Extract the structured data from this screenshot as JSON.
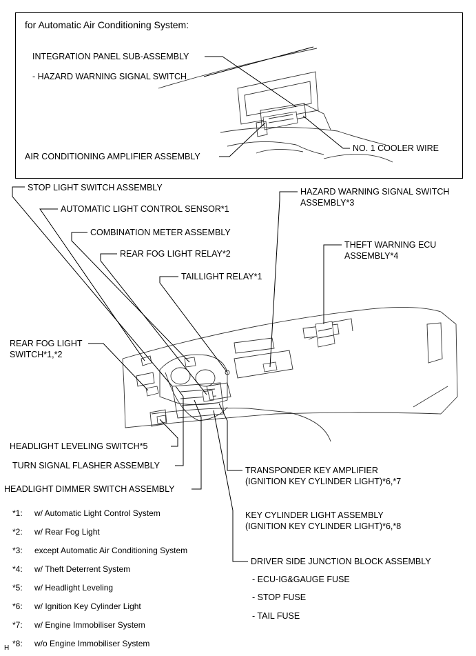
{
  "inset": {
    "title": "for Automatic Air Conditioning System:",
    "labels": {
      "integration_panel": "INTEGRATION PANEL SUB-ASSEMBLY",
      "hazard_switch": "- HAZARD WARNING SIGNAL SWITCH",
      "ac_amplifier": "AIR CONDITIONING AMPLIFIER ASSEMBLY",
      "cooler_wire": "NO. 1 COOLER WIRE"
    }
  },
  "labels": {
    "stop_light_switch": "STOP LIGHT SWITCH ASSEMBLY",
    "auto_light_sensor": "AUTOMATIC LIGHT CONTROL SENSOR*1",
    "combination_meter": "COMBINATION METER ASSEMBLY",
    "rear_fog_relay": "REAR FOG LIGHT RELAY*2",
    "taillight_relay": "TAILLIGHT RELAY*1",
    "hazard_switch_line1": "HAZARD WARNING SIGNAL SWITCH",
    "hazard_switch_line2": "ASSEMBLY*3",
    "theft_ecu_line1": "THEFT WARNING ECU",
    "theft_ecu_line2": "ASSEMBLY*4",
    "rear_fog_switch_line1": "REAR FOG LIGHT",
    "rear_fog_switch_line2": "SWITCH*1,*2",
    "headlight_leveling_switch": "HEADLIGHT LEVELING SWITCH*5",
    "turn_signal_flasher": "TURN SIGNAL FLASHER ASSEMBLY",
    "headlight_dimmer": "HEADLIGHT DIMMER SWITCH ASSEMBLY",
    "transponder_line1": "TRANSPONDER KEY AMPLIFIER",
    "transponder_line2": "(IGNITION KEY CYLINDER LIGHT)*6,*7",
    "key_cylinder_line1": "KEY CYLINDER LIGHT ASSEMBLY",
    "key_cylinder_line2": "(IGNITION KEY CYLINDER LIGHT)*6,*8",
    "junction_block": "DRIVER SIDE JUNCTION BLOCK ASSEMBLY",
    "fuse_ecu": "- ECU-IG&GAUGE FUSE",
    "fuse_stop": "- STOP FUSE",
    "fuse_tail": "- TAIL FUSE"
  },
  "notes": [
    {
      "id": "*1:",
      "text": "w/ Automatic Light Control System"
    },
    {
      "id": "*2:",
      "text": "w/ Rear Fog Light"
    },
    {
      "id": "*3:",
      "text": "except Automatic Air Conditioning System"
    },
    {
      "id": "*4:",
      "text": "w/ Theft Deterrent System"
    },
    {
      "id": "*5:",
      "text": "w/ Headlight Leveling"
    },
    {
      "id": "*6:",
      "text": "w/ Ignition Key Cylinder Light"
    },
    {
      "id": "*7:",
      "text": "w/ Engine Immobiliser System"
    },
    {
      "id": "*8:",
      "text": "w/o Engine Immobiliser System"
    }
  ],
  "corner_mark": "H"
}
